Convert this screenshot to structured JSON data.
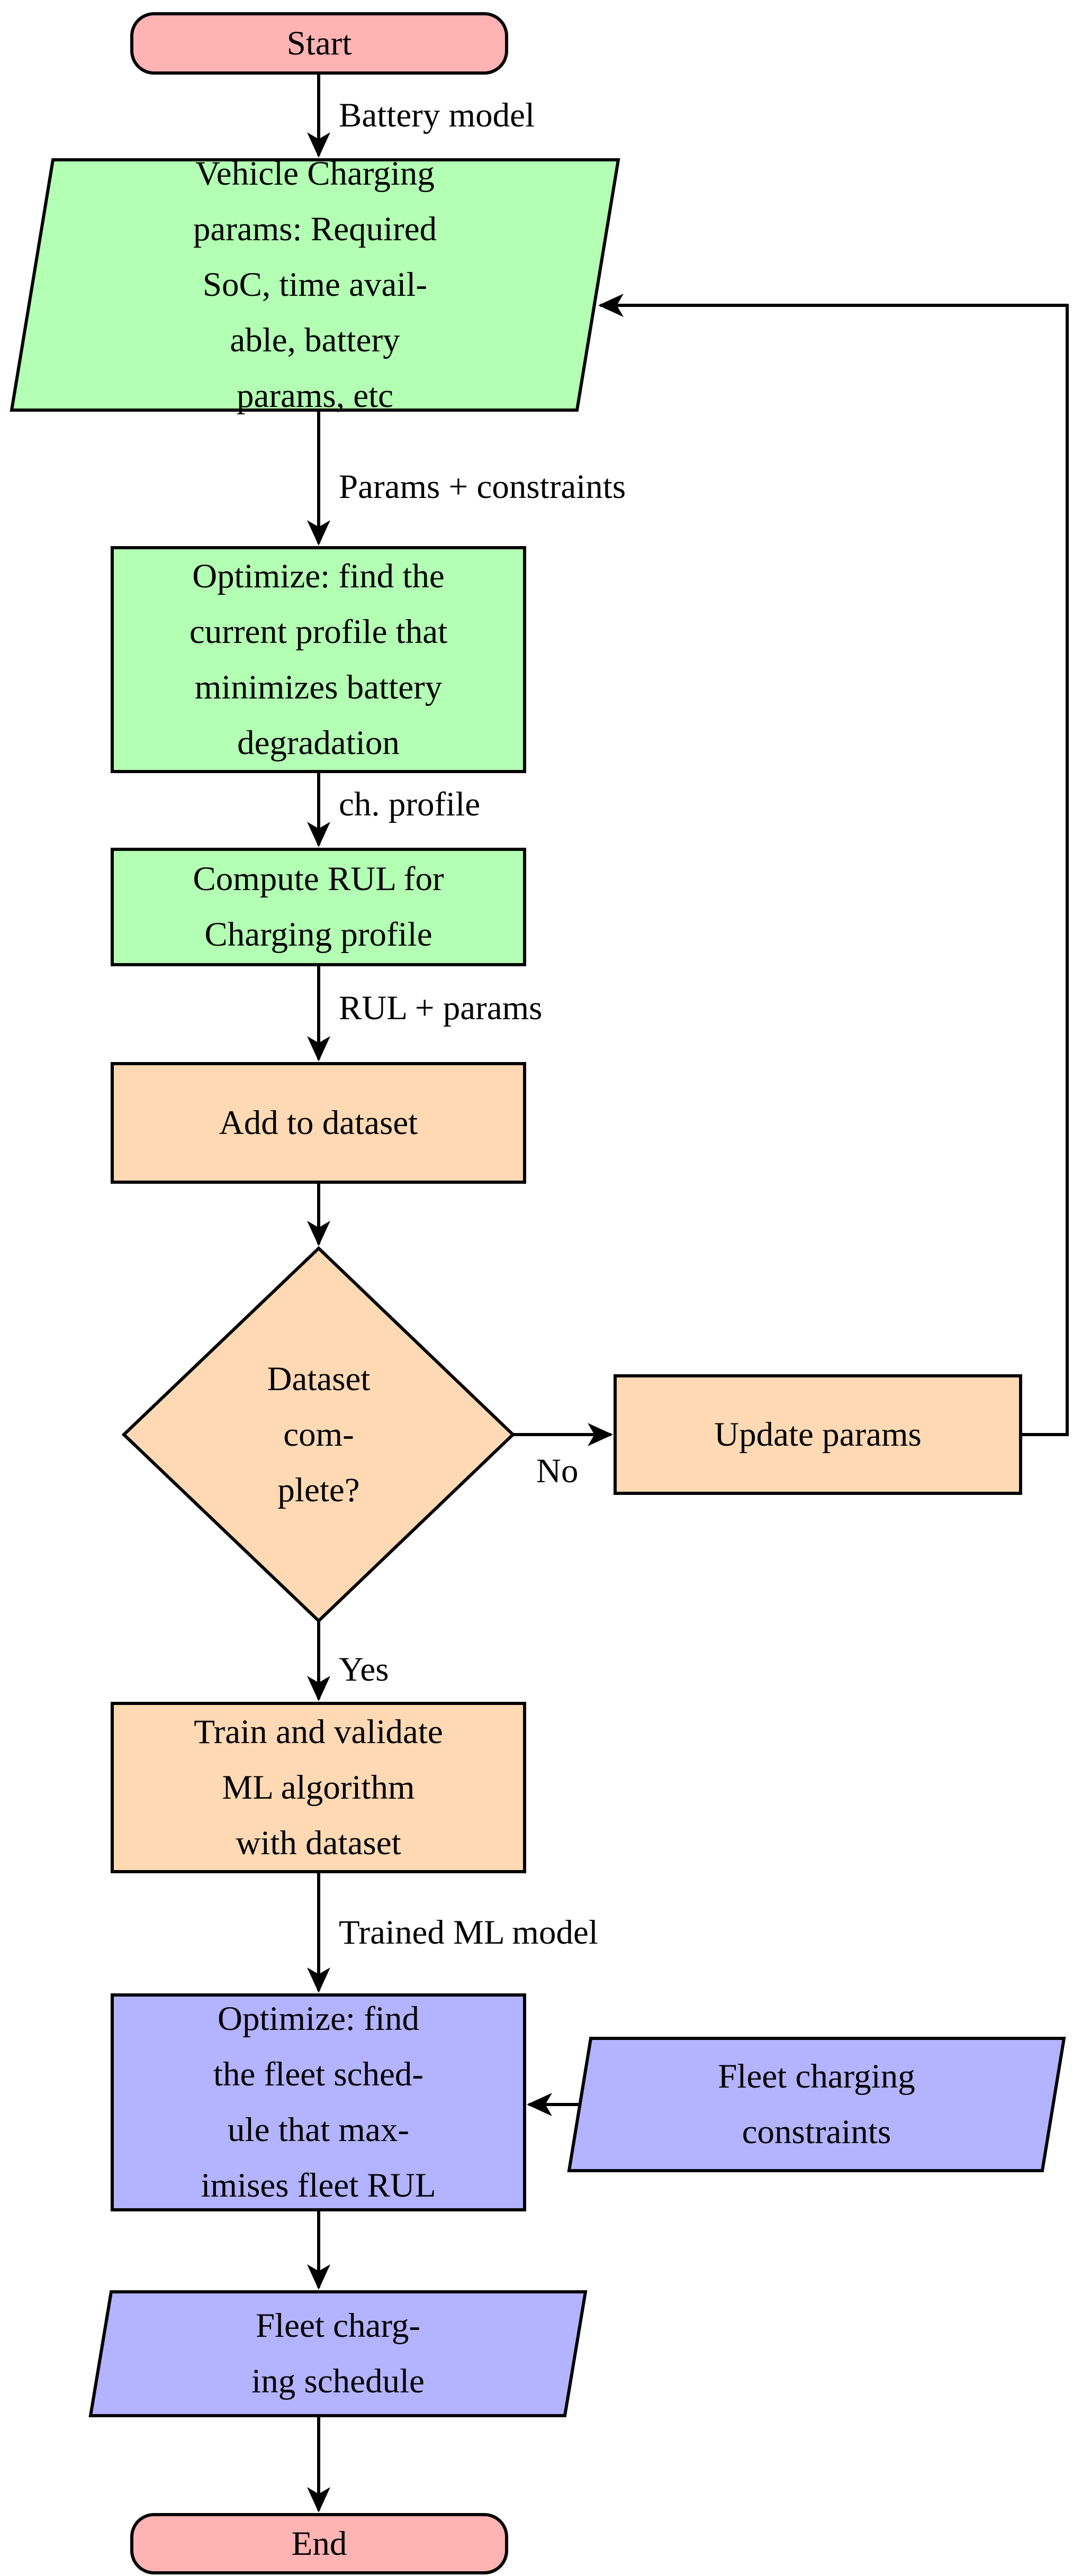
{
  "colors": {
    "terminal_pink": "#ffb3b3",
    "stage_green": "#b3ffb3",
    "stage_orange": "#ffd9b3",
    "stage_purple": "#b3b3ff",
    "stroke": "#000000"
  },
  "nodes": {
    "start": {
      "shape": "rounded-rect",
      "label": "Start"
    },
    "vehicle_params": {
      "shape": "parallelogram",
      "label": "Vehicle Charging\nparams: Required\nSoC, time avail-\nable, battery\nparams, etc"
    },
    "optimize_profile": {
      "shape": "rect",
      "label": "Optimize: find the\ncurrent profile that\nminimizes battery\ndegradation"
    },
    "compute_rul": {
      "shape": "rect",
      "label": "Compute RUL for\nCharging profile"
    },
    "add_dataset": {
      "shape": "rect",
      "label": "Add to dataset"
    },
    "dataset_complete": {
      "shape": "diamond",
      "label": "Dataset\ncom-\nplete?"
    },
    "update_params": {
      "shape": "rect",
      "label": "Update params"
    },
    "train_validate": {
      "shape": "rect",
      "label": "Train and validate\nML algorithm\nwith dataset"
    },
    "optimize_fleet": {
      "shape": "rect",
      "label": "Optimize: find\nthe fleet sched-\nule that max-\nimises fleet RUL"
    },
    "fleet_constraints": {
      "shape": "parallelogram",
      "label": "Fleet charging\nconstraints"
    },
    "fleet_schedule": {
      "shape": "parallelogram",
      "label": "Fleet charg-\ning schedule"
    },
    "end": {
      "shape": "rounded-rect",
      "label": "End"
    }
  },
  "edge_labels": {
    "battery_model": "Battery model",
    "params_constraints": "Params + constraints",
    "ch_profile": "ch. profile",
    "rul_params": "RUL + params",
    "no": "No",
    "yes": "Yes",
    "trained_ml": "Trained ML model"
  }
}
